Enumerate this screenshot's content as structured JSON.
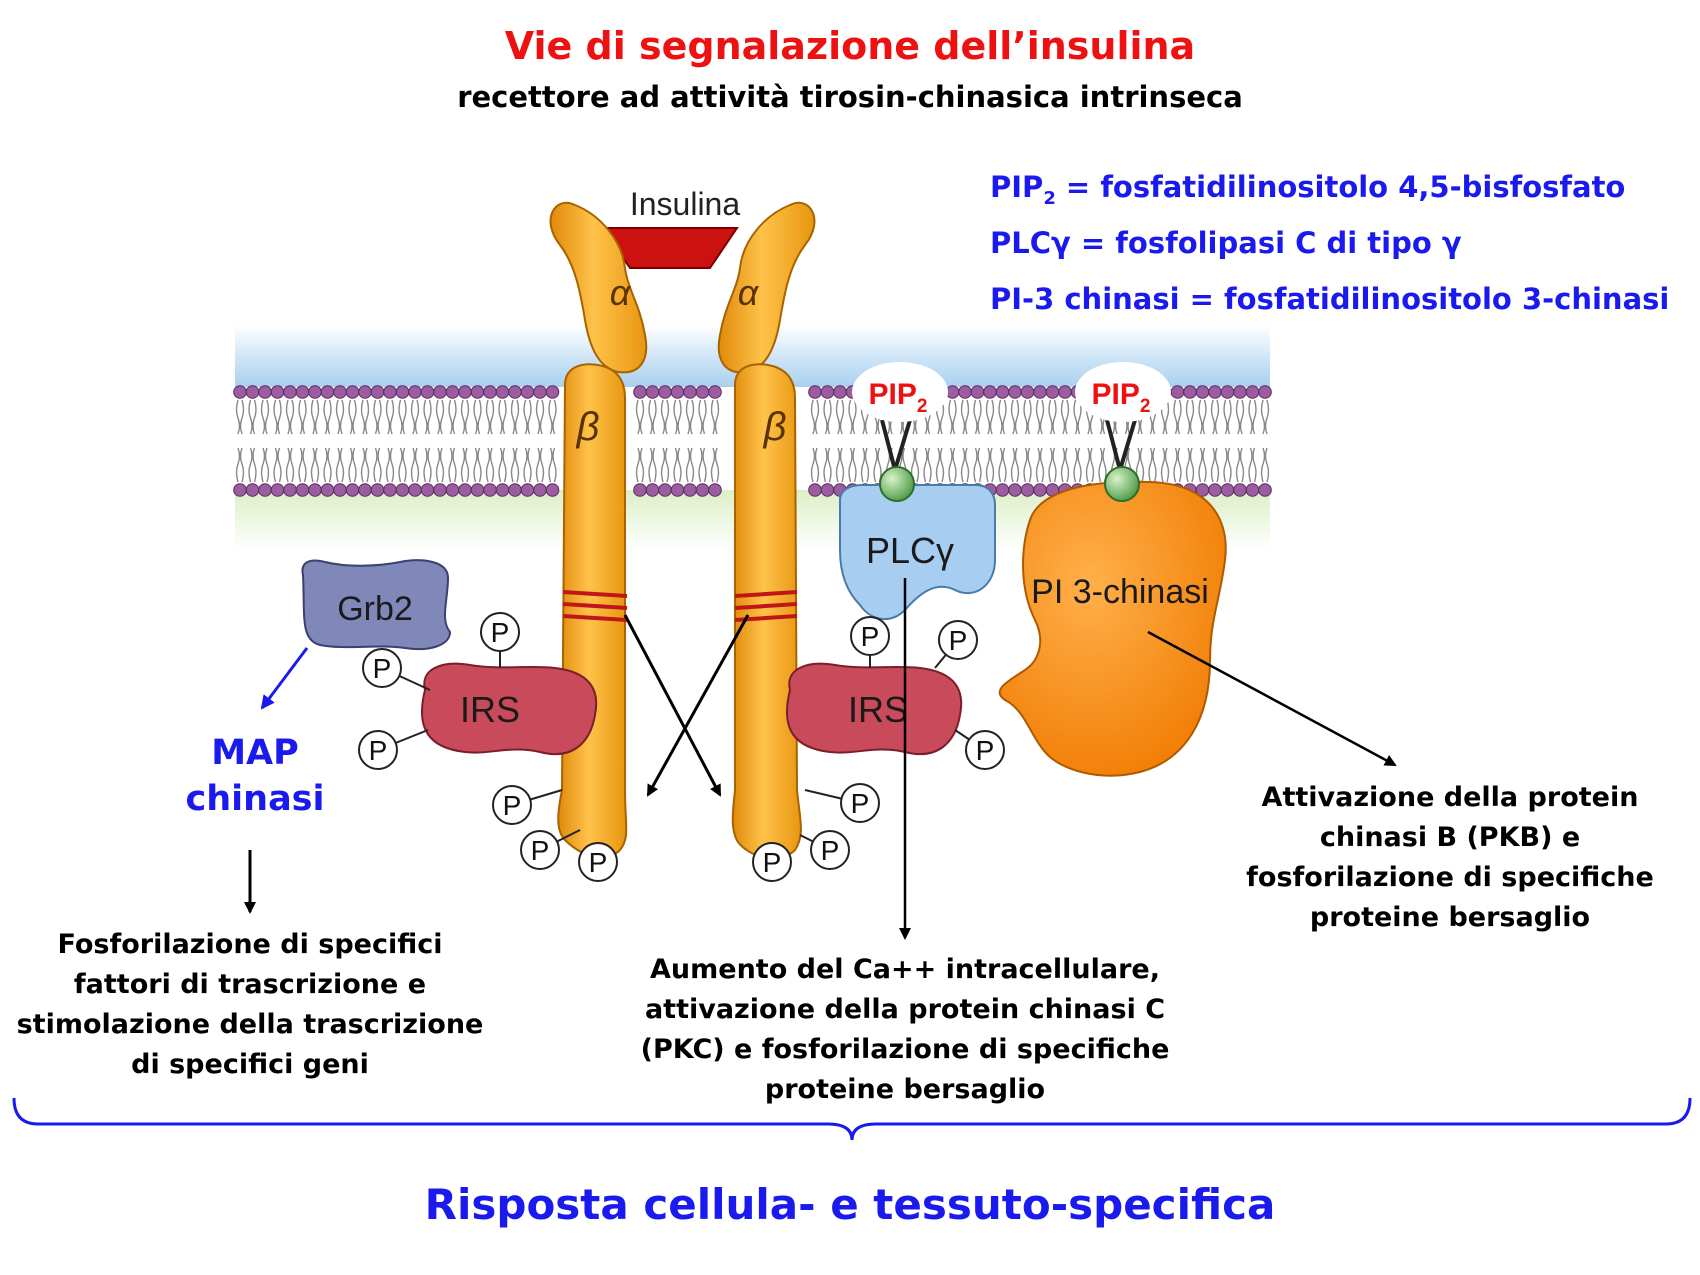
{
  "title": "Vie di segnalazione dell’insulina",
  "subtitle": "recettore ad attività tirosin-chinasica intrinseca",
  "legend": [
    {
      "abbr": "PIP",
      "sub": "2",
      "text": " = fosfatidilinositolo 4,5-bisfosfato"
    },
    {
      "abbr": "PLCγ",
      "sub": "",
      "text": " = fosfolipasi C di tipo γ"
    },
    {
      "abbr": "PI-3 chinasi",
      "sub": "",
      "text": " = fosfatidilinositolo 3-chinasi"
    }
  ],
  "diagram": {
    "insulin_label": "Insulina",
    "alpha_label": "α",
    "beta_label": "β",
    "pip2_label": "PIP",
    "pip2_sub": "2",
    "plc_label": "PLCγ",
    "pi3k_label": "PI 3-chinasi",
    "grb2_label": "Grb2",
    "irs_label": "IRS",
    "phospho_label": "P"
  },
  "map_kinase": "MAP\nchinasi",
  "outcomes": {
    "left": "Fosforilazione di specifici fattori di trascrizione e stimolazione della trascrizione di specifici geni",
    "center": "Aumento del Ca++ intracellulare, attivazione della protein chinasi C (PKC) e fosforilazione di specifiche proteine bersaglio",
    "right": "Attivazione della protein chinasi B (PKB) e fosforilazione di specifiche proteine bersaglio"
  },
  "response": "Risposta cellula- e tessuto-specifica",
  "colors": {
    "title": "#ee1111",
    "blue_text": "#1a1aee",
    "receptor": "#f2a81e",
    "irs": "#c94a5a",
    "grb2": "#7f88b8",
    "plc": "#9cc6ee",
    "pi3k": "#f58a10",
    "insulin": "#cc1111",
    "membrane_head": "#9c5ca0"
  }
}
